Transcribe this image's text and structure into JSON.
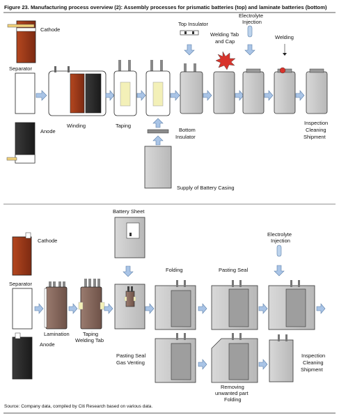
{
  "figure": {
    "title": "Figure 23. Manufacturing process overview (2): Assembly processes for prismatic batteries (top) and laminate batteries (bottom)",
    "source": "Source: Company data, compiled by Citi Research based on various data."
  },
  "top": {
    "cathode": "Cathode",
    "separator": "Separator",
    "anode": "Anode",
    "winding": "Winding",
    "taping": "Taping",
    "top_insulator": "Top Insulator",
    "welding_tab_1": "Welding Tab",
    "welding_tab_2": "and Cap",
    "electrolyte_1": "Electrolyte",
    "electrolyte_2": "Injection",
    "welding": "Welding",
    "bottom_insulator_1": "Bottom",
    "bottom_insulator_2": "Insulator",
    "supply_casing": "Supply of Battery Casing",
    "inspection_1": "Inspection",
    "inspection_2": "Cleaning",
    "inspection_3": "Shipment"
  },
  "bottom": {
    "battery_sheet": "Battery Sheet",
    "cathode": "Cathode",
    "separator": "Separator",
    "anode": "Anode",
    "lamination": "Lamination",
    "taping_1": "Taping",
    "taping_2": "Welding Tab",
    "folding": "Folding",
    "pasting_seal": "Pasting Seal",
    "electrolyte_1": "Electrolyte",
    "electrolyte_2": "Injection",
    "gas_venting_1": "Pasting Seal",
    "gas_venting_2": "Gas Venting",
    "removing_1": "Removing",
    "removing_2": "unwanted part",
    "removing_3": "Folding",
    "inspection_1": "Inspection",
    "inspection_2": "Cleaning",
    "inspection_3": "Shipment"
  },
  "colors": {
    "cathode": "#9e3a1c",
    "anode": "#2b2b2b",
    "laminate": "#8a6a5e",
    "casing": "#c8c8c8",
    "arrow": "#a9c4e6",
    "tape": "#f3f0b8"
  }
}
